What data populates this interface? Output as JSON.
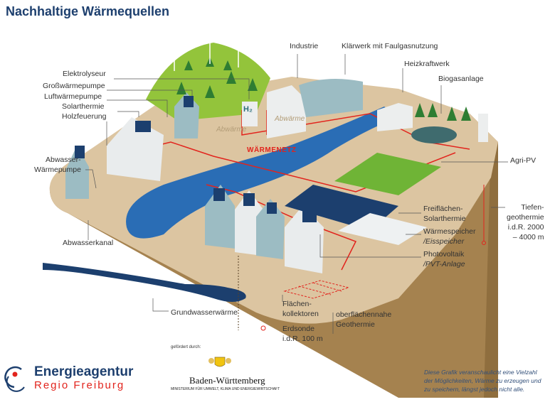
{
  "title": "Nachhaltige Wärmequellen",
  "labels": {
    "elektrolyseur": "Elektrolyseur",
    "grosswaermepumpe": "Großwärmepumpe",
    "luftwaermepumpe": "Luftwärmepumpe",
    "solarthermie": "Solarthermie",
    "holzfeuerung": "Holzfeuerung",
    "abwasser_wp_1": "Abwasser-",
    "abwasser_wp_2": "Wärmepumpe",
    "abwasserkanal": "Abwasserkanal",
    "grundwasserwaerme": "Grundwasserwärme",
    "industrie": "Industrie",
    "klaerwerk": "Klärwerk mit Faulgasnutzung",
    "heizkraftwerk": "Heizkraftwerk",
    "biogasanlage": "Biogasanlage",
    "agri_pv": "Agri-PV",
    "tiefen_1": "Tiefen-",
    "tiefen_2": "geothermie",
    "tiefen_3": "i.d.R. 2000",
    "tiefen_4": "– 4000 m",
    "freiflaechen_1": "Freiflächen-",
    "freiflaechen_2": "Solarthermie",
    "speicher_1": "Wärmespeicher",
    "speicher_2": "/Eisspeicher",
    "pv_1": "Photovoltaik",
    "pv_2": "/PVT-Anlage",
    "flaechen_1": "Flächen-",
    "flaechen_2": "kollektoren",
    "erdsonde_1": "Erdsonde",
    "erdsonde_2": "i.d.R. 100 m",
    "oberfl_1": "oberflächennahe",
    "oberfl_2": "Geothermie",
    "abwaerme_1": "Abwärme",
    "abwaerme_2": "Abwärme",
    "waermenetz": "WÄRMENETZ",
    "h2": "H₂"
  },
  "footer": {
    "logo_line1": "Energieagentur",
    "logo_line2": "Regio Freiburg",
    "gefoerdert": "gefördert durch:",
    "bw": "Baden-Württemberg",
    "ministerium": "MINISTERIUM FÜR UMWELT, KLIMA UND ENERGIEWIRTSCHAFT",
    "note_1": "Diese Grafik veranschaulicht eine Vielzahl",
    "note_2": "der Möglichkeiten, Wärme zu erzeugen und",
    "note_3": "zu speichern, längst jedoch nicht alle."
  },
  "colors": {
    "title": "#1d3f6e",
    "net": "#e2241d",
    "ground": "#dcc5a1",
    "earth": "#a5824f",
    "water": "#2a6db5",
    "hill": "#93c43b"
  }
}
